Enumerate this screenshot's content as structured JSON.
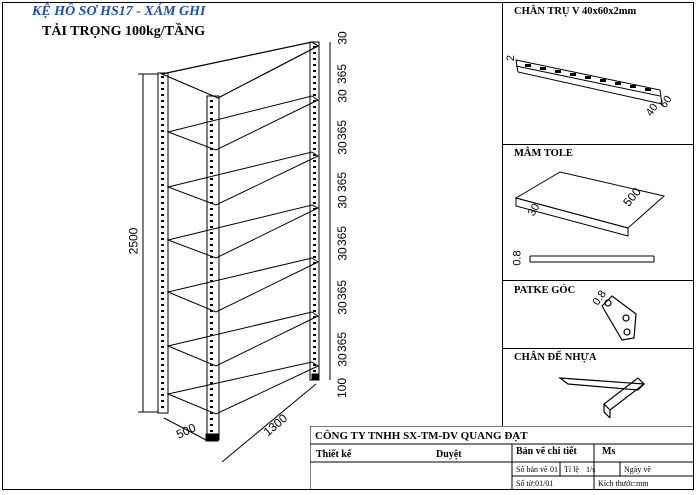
{
  "title": "KỆ HỒ SƠ HS17 - XÁM GHI",
  "subtitle": "TẢI TRỌNG 100kg/TẦNG",
  "dimensions": {
    "height": "2500",
    "depth": "500",
    "width": "1300",
    "segments": [
      "30",
      "365",
      "30",
      "365",
      "30",
      "365",
      "30",
      "365",
      "30",
      "365",
      "30",
      "365",
      "30",
      "100"
    ]
  },
  "panels": {
    "post": {
      "title": "CHÂN TRỤ V 40x60x2mm",
      "d1": "2",
      "d2": "40",
      "d3": "60"
    },
    "shelf": {
      "title": "MÂM TOLE",
      "d1": "30",
      "d2": "500",
      "d3": "0.8"
    },
    "gusset": {
      "title": "PATKE GÓC",
      "d1": "0.8"
    },
    "foot": {
      "title": "CHÂN ĐẾ NHỰA"
    }
  },
  "title_block": {
    "company": "CÔNG TY TNHH SX-TM-DV QUANG ĐẠT",
    "designed": "Thiết kế",
    "approved": "Duyệt",
    "drawing": "Bản vẽ chi tiết",
    "ms": "Ms",
    "sheet_no": "Số bản vẽ",
    "sheet_no_val": "01",
    "scale": "Tỉ lệ",
    "scale_val": "1/s",
    "date": "Ngày vẽ",
    "sheet": "Số tờ:01/01",
    "size": "Kích thước:mm"
  }
}
